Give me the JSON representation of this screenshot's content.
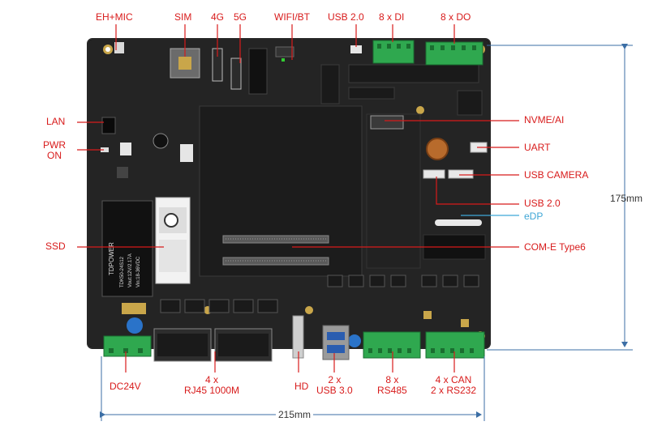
{
  "labels": {
    "eh_mic": "EH+MIC",
    "sim": "SIM",
    "lte_4g": "4G",
    "nr_5g": "5G",
    "wifi_bt": "WIFI/BT",
    "usb20_top": "USB 2.0",
    "di": "8 x DI",
    "do": "8 x DO",
    "lan": "LAN",
    "pwr_on": "PWR\nON",
    "ssd": "SSD",
    "nvme_ai": "NVME/AI",
    "uart": "UART",
    "usb_camera": "USB CAMERA",
    "usb20_right": "USB 2.0",
    "edp": "eDP",
    "come": "COM-E Type6",
    "dc24v": "DC24V",
    "rj45": "4 x\nRJ45 1000M",
    "hd": "HD",
    "usb30": "2 x\nUSB 3.0",
    "rs485": "8 x\nRS485",
    "can_rs232": "4 x  CAN\n2 x RS232"
  },
  "dimensions": {
    "width": "215mm",
    "height": "175mm"
  },
  "board_text": {
    "psu_brand": "TDPOWER",
    "psu_model": "TDK50-24S12",
    "psu_spec": "Vout:12V/2.17A",
    "psu_input": "Vin:18-36VDC"
  },
  "colors": {
    "label": "#d81b1b",
    "edp": "#3ea6d6",
    "board": "#232323",
    "terminal": "#2fa84f",
    "dimension": "#3b6ea5"
  }
}
